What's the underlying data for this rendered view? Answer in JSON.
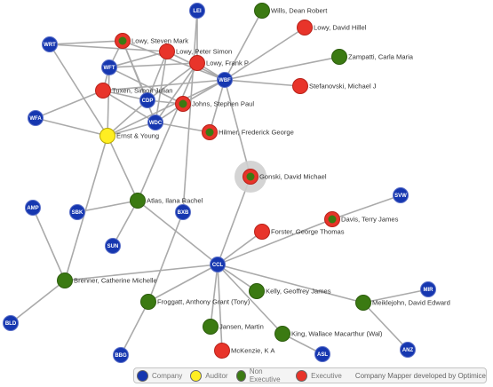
{
  "legend": {
    "company": "Company",
    "auditor": "Auditor",
    "non_executive": "Non Executive",
    "executive": "Executive",
    "credit": "Company Mapper developed by Optimice"
  },
  "colors": {
    "company": "#1637b0",
    "auditor": "#ffee22",
    "non_executive": "#3b7a12",
    "executive": "#e8342a",
    "edge": "#aaaaaa"
  },
  "nodes": [
    {
      "id": "LEI",
      "label": "LEI",
      "kind": "company"
    },
    {
      "id": "WRT",
      "label": "WRT",
      "kind": "company"
    },
    {
      "id": "WFT",
      "label": "WFT",
      "kind": "company"
    },
    {
      "id": "CDP",
      "label": "CDP",
      "kind": "company"
    },
    {
      "id": "WBF",
      "label": "WBF",
      "kind": "company"
    },
    {
      "id": "WDC",
      "label": "WDC",
      "kind": "company"
    },
    {
      "id": "WFA",
      "label": "WFA",
      "kind": "company"
    },
    {
      "id": "AMP",
      "label": "AMP",
      "kind": "company"
    },
    {
      "id": "SBK",
      "label": "SBK",
      "kind": "company"
    },
    {
      "id": "BXB",
      "label": "BXB",
      "kind": "company"
    },
    {
      "id": "SUN",
      "label": "SUN",
      "kind": "company"
    },
    {
      "id": "SVW",
      "label": "SVW",
      "kind": "company"
    },
    {
      "id": "CCL",
      "label": "CCL",
      "kind": "company"
    },
    {
      "id": "MIR",
      "label": "MIR",
      "kind": "company"
    },
    {
      "id": "BLD",
      "label": "BLD",
      "kind": "company"
    },
    {
      "id": "BBG",
      "label": "BBG",
      "kind": "company"
    },
    {
      "id": "ASL",
      "label": "ASL",
      "kind": "company"
    },
    {
      "id": "ANZ",
      "label": "ANZ",
      "kind": "company"
    },
    {
      "id": "ey",
      "label": "Ernst & Young",
      "kind": "auditor"
    },
    {
      "id": "wills",
      "label": "Wills, Dean Robert",
      "kind": "non_executive"
    },
    {
      "id": "zampatti",
      "label": "Zampatti, Carla Maria",
      "kind": "non_executive"
    },
    {
      "id": "atlas",
      "label": "Atlas, Ilana Rachel",
      "kind": "non_executive"
    },
    {
      "id": "brenner",
      "label": "Brenner, Catherine Michelle",
      "kind": "non_executive"
    },
    {
      "id": "kelly",
      "label": "Kelly, Geoffrey James",
      "kind": "non_executive"
    },
    {
      "id": "froggatt",
      "label": "Froggatt, Anthony Grant (Tony)",
      "kind": "non_executive"
    },
    {
      "id": "meiklejohn",
      "label": "Meiklejohn, David Edward",
      "kind": "non_executive"
    },
    {
      "id": "jansen",
      "label": "Jansen, Martin",
      "kind": "non_executive"
    },
    {
      "id": "king",
      "label": "King, Wallace Macarthur (Wal)",
      "kind": "non_executive"
    },
    {
      "id": "lowy_david",
      "label": "Lowy, David Hillel",
      "kind": "executive"
    },
    {
      "id": "lowy_peter",
      "label": "Lowy, Peter Simon",
      "kind": "executive"
    },
    {
      "id": "lowy_frank",
      "label": "Lowy, Frank P",
      "kind": "executive"
    },
    {
      "id": "tuxen",
      "label": "Tuxen, Simon Julian",
      "kind": "executive"
    },
    {
      "id": "stefanovski",
      "label": "Stefanovski, Michael J",
      "kind": "executive"
    },
    {
      "id": "forster",
      "label": "Forster, George Thomas",
      "kind": "executive"
    },
    {
      "id": "mckenzie",
      "label": "McKenzie, K A",
      "kind": "executive"
    },
    {
      "id": "lowy_steven",
      "label": "Lowy, Steven Mark",
      "kind": "executive_non_exec"
    },
    {
      "id": "johns",
      "label": "Johns, Stephen Paul",
      "kind": "executive_non_exec"
    },
    {
      "id": "hilmer",
      "label": "Hilmer, Frederick George",
      "kind": "executive_non_exec"
    },
    {
      "id": "gonski",
      "label": "Gonski, David Michael",
      "kind": "executive_non_exec",
      "selected": true
    },
    {
      "id": "davis",
      "label": "Davis, Terry James",
      "kind": "executive_non_exec"
    }
  ],
  "edges": [
    [
      "WRT",
      "lowy_steven"
    ],
    [
      "WRT",
      "lowy_peter"
    ],
    [
      "WRT",
      "ey"
    ],
    [
      "WFT",
      "lowy_steven"
    ],
    [
      "WFT",
      "lowy_peter"
    ],
    [
      "WFT",
      "lowy_frank"
    ],
    [
      "WFT",
      "tuxen"
    ],
    [
      "WFT",
      "johns"
    ],
    [
      "WFT",
      "ey"
    ],
    [
      "CDP",
      "lowy_steven"
    ],
    [
      "CDP",
      "lowy_peter"
    ],
    [
      "CDP",
      "lowy_frank"
    ],
    [
      "CDP",
      "tuxen"
    ],
    [
      "CDP",
      "johns"
    ],
    [
      "CDP",
      "ey"
    ],
    [
      "WBF",
      "lowy_steven"
    ],
    [
      "WBF",
      "lowy_peter"
    ],
    [
      "WBF",
      "lowy_frank"
    ],
    [
      "WBF",
      "tuxen"
    ],
    [
      "WBF",
      "johns"
    ],
    [
      "WBF",
      "hilmer"
    ],
    [
      "WBF",
      "ey"
    ],
    [
      "WBF",
      "wills"
    ],
    [
      "WBF",
      "lowy_david"
    ],
    [
      "WBF",
      "zampatti"
    ],
    [
      "WBF",
      "stefanovski"
    ],
    [
      "WBF",
      "gonski"
    ],
    [
      "WDC",
      "lowy_steven"
    ],
    [
      "WDC",
      "lowy_peter"
    ],
    [
      "WDC",
      "lowy_frank"
    ],
    [
      "WDC",
      "tuxen"
    ],
    [
      "WDC",
      "johns"
    ],
    [
      "WDC",
      "hilmer"
    ],
    [
      "WDC",
      "ey"
    ],
    [
      "WFA",
      "tuxen"
    ],
    [
      "WFA",
      "ey"
    ],
    [
      "LEI",
      "lowy_frank"
    ],
    [
      "LEI",
      "BXB"
    ],
    [
      "ey",
      "atlas"
    ],
    [
      "ey",
      "brenner"
    ],
    [
      "lowy_frank",
      "atlas"
    ],
    [
      "atlas",
      "SBK"
    ],
    [
      "atlas",
      "SUN"
    ],
    [
      "atlas",
      "CCL"
    ],
    [
      "BXB",
      "froggatt"
    ],
    [
      "AMP",
      "brenner"
    ],
    [
      "brenner",
      "BLD"
    ],
    [
      "brenner",
      "CCL"
    ],
    [
      "gonski",
      "CCL"
    ],
    [
      "CCL",
      "forster"
    ],
    [
      "CCL",
      "davis"
    ],
    [
      "davis",
      "SVW"
    ],
    [
      "CCL",
      "kelly"
    ],
    [
      "CCL",
      "meiklejohn"
    ],
    [
      "CCL",
      "king"
    ],
    [
      "CCL",
      "jansen"
    ],
    [
      "CCL",
      "mckenzie"
    ],
    [
      "CCL",
      "froggatt"
    ],
    [
      "froggatt",
      "BBG"
    ],
    [
      "king",
      "ASL"
    ],
    [
      "meiklejohn",
      "MIR"
    ],
    [
      "meiklejohn",
      "ANZ"
    ]
  ]
}
